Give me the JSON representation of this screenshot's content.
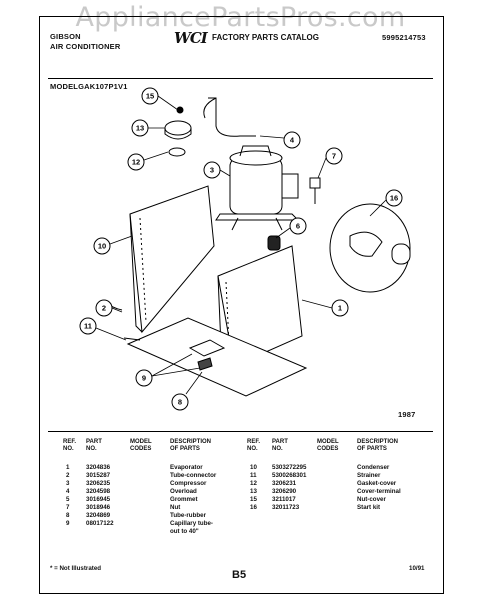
{
  "watermark": "AppliancePartsPros.com",
  "header": {
    "brand_line1": "GIBSON",
    "brand_line2": "AIR CONDITIONER",
    "logo": "WCI",
    "catalog": "FACTORY PARTS CATALOG",
    "catalog_number": "5995214753",
    "model": "MODELGAK107P1V1"
  },
  "diagram": {
    "callouts": [
      "15",
      "13",
      "12",
      "4",
      "3",
      "7",
      "16",
      "10",
      "6",
      "2",
      "1",
      "11",
      "9",
      "8"
    ],
    "year_code": "1987"
  },
  "table": {
    "headers": {
      "ref_no": "REF.\nNO.",
      "part_no": "PART\nNO.",
      "model_codes": "MODEL\nCODES",
      "description": "DESCRIPTION\nOF PARTS"
    },
    "left_rows": [
      {
        "ref": "1",
        "part": "3204836",
        "codes": "",
        "desc": "Evaporator"
      },
      {
        "ref": "2",
        "part": "3015287",
        "codes": "",
        "desc": "Tube-connector"
      },
      {
        "ref": "3",
        "part": "3206235",
        "codes": "",
        "desc": "Compressor"
      },
      {
        "ref": "4",
        "part": "3204598",
        "codes": "",
        "desc": "Overload"
      },
      {
        "ref": "5",
        "part": "3016945",
        "codes": "",
        "desc": "Grommet"
      },
      {
        "ref": "7",
        "part": "3018946",
        "codes": "",
        "desc": "Nut"
      },
      {
        "ref": "8",
        "part": "3204869",
        "codes": "",
        "desc": "Tube-rubber"
      },
      {
        "ref": "9",
        "part": "08017122",
        "codes": "",
        "desc": "Capillary tube-\nout to 40\""
      }
    ],
    "right_rows": [
      {
        "ref": "10",
        "part": "5303272295",
        "codes": "",
        "desc": "Condenser"
      },
      {
        "ref": "11",
        "part": "5300268301",
        "codes": "",
        "desc": "Strainer"
      },
      {
        "ref": "12",
        "part": "3206231",
        "codes": "",
        "desc": "Gasket-cover"
      },
      {
        "ref": "13",
        "part": "3206290",
        "codes": "",
        "desc": "Cover-terminal"
      },
      {
        "ref": "15",
        "part": "3211017",
        "codes": "",
        "desc": "Nut-cover"
      },
      {
        "ref": "16",
        "part": "32011723",
        "codes": "",
        "desc": "Start kit"
      }
    ]
  },
  "footer": {
    "note": "* = Not Illustrated",
    "page": "B5",
    "date": "10/91"
  }
}
